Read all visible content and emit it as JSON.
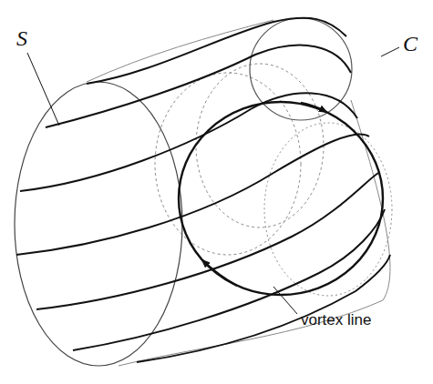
{
  "diagram": {
    "labels": [
      "S",
      "C",
      "vortex line"
    ]
  }
}
